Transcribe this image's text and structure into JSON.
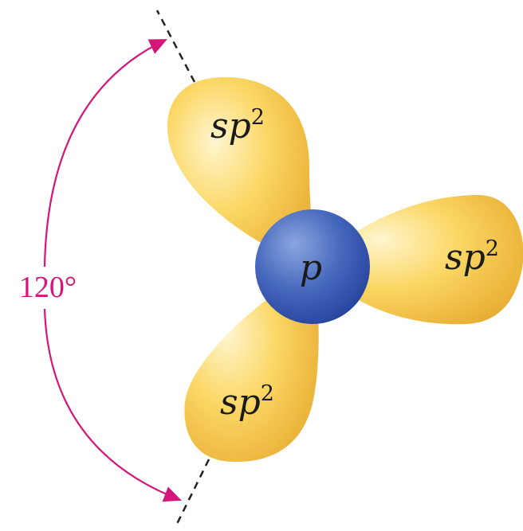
{
  "colors": {
    "lobe_light": "#fff6cf",
    "lobe_mid": "#fbd765",
    "lobe_dark": "#e6a82c",
    "sphere_light": "#8aa6df",
    "sphere_mid": "#4466bb",
    "sphere_dark": "#23409a",
    "accent": "#d4157a",
    "axis_line": "#222222",
    "label_text": "#1a1a1a"
  },
  "lobes": [
    {
      "label_main": "sp",
      "label_sup": "2"
    },
    {
      "label_main": "sp",
      "label_sup": "2"
    },
    {
      "label_main": "sp",
      "label_sup": "2"
    }
  ],
  "center": {
    "label": "p"
  },
  "angle": {
    "label": "120°",
    "value_degrees": 120
  }
}
